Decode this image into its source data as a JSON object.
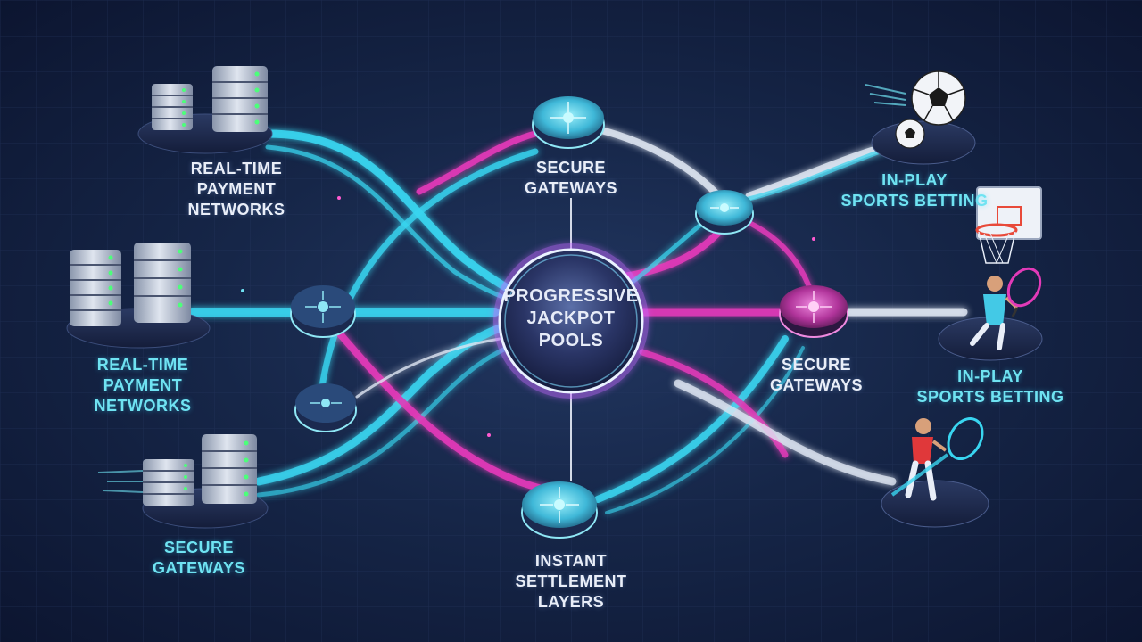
{
  "center": {
    "title": "PROGRESSIVE\nJACKPOT\nPOOLS"
  },
  "labels": {
    "payment_top": "REAL-TIME\nPAYMENT NETWORKS",
    "payment_mid": "REAL-TIME\nPAYMENT\nNETWORKS",
    "gateways_bottom_left": "SECURE\nGATEWAYS",
    "gateways_top": "SECURE\nGATEWAYS",
    "gateways_mid_right": "SECURE\nGATEWAYS",
    "settlement": "INSTANT\nSETTLEMENT\nLAYERS",
    "sports_top": "IN-PLAY\nSPORTS BETTING",
    "sports_mid": "IN-PLAY\nSPORTS BETTING"
  },
  "colors": {
    "background": "#14213f",
    "cyan_stream": "#39d5f0",
    "magenta_stream": "#e23ab8",
    "white_stream": "#dfe6f2",
    "label_cyan": "#6fe3f2"
  },
  "icons": [
    "server-stack-icon",
    "chip-node-icon",
    "soccer-ball-icon",
    "basketball-hoop-icon",
    "tennis-player-icon"
  ]
}
